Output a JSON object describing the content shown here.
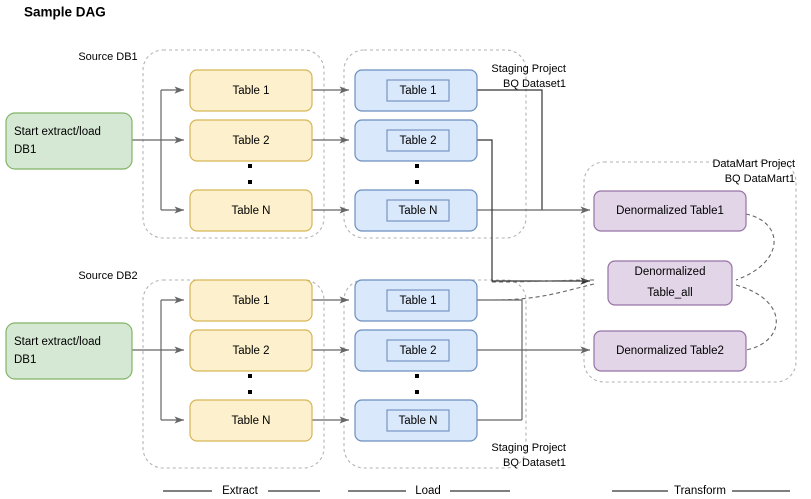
{
  "title": "Sample DAG",
  "groups": {
    "source_db1": "Source DB1",
    "source_db2": "Source DB2",
    "staging_top_line1": "Staging Project",
    "staging_top_line2": "BQ Dataset1",
    "staging_bottom_line1": "Staging Project",
    "staging_bottom_line2": "BQ Dataset1",
    "datamart_line1": "DataMart Project",
    "datamart_line2": "BQ DataMart1"
  },
  "start_nodes": [
    {
      "line1": "Start extract/load",
      "line2": "DB1"
    },
    {
      "line1": "Start extract/load",
      "line2": "DB1"
    }
  ],
  "extract_db1": [
    "Table 1",
    "Table 2",
    "Table N"
  ],
  "extract_db2": [
    "Table 1",
    "Table 2",
    "Table N"
  ],
  "load_db1": [
    "Table 1",
    "Table 2",
    "Table N"
  ],
  "load_db2": [
    "Table 1",
    "Table 2",
    "Table N"
  ],
  "transform": [
    {
      "line1": "Denormalized Table1",
      "line2": ""
    },
    {
      "line1": "Denormalized",
      "line2": "Table_all"
    },
    {
      "line1": "Denormalized Table2",
      "line2": ""
    }
  ],
  "phases": {
    "extract": "Extract",
    "load": "Load",
    "transform": "Transform"
  },
  "colors": {
    "green_fill": "#d5e8d4",
    "green_stroke": "#82b366",
    "yellow_fill": "#fdf0cd",
    "yellow_stroke": "#d6b656",
    "blue_fill": "#dae8fc",
    "blue_stroke": "#6c8ebf",
    "purple_fill": "#e1d5e7",
    "purple_stroke": "#9673a6",
    "edge": "#666666",
    "container": "#b3b3b3"
  }
}
